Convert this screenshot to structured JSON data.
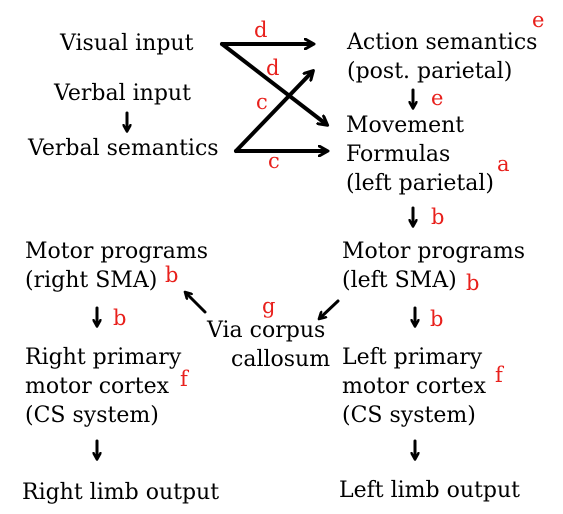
{
  "colors": {
    "text": "#000000",
    "label": "#e8201c",
    "arrow": "#000000",
    "background": "#ffffff"
  },
  "nodes": {
    "visual_input": "Visual input",
    "verbal_input": "Verbal input",
    "verbal_semantics": "Verbal semantics",
    "action_semantics": [
      "Action semantics",
      "(post. parietal)"
    ],
    "movement_formulas": [
      "Movement",
      "Formulas",
      "(left parietal)"
    ],
    "motor_programs_left": [
      "Motor programs",
      "(left SMA)"
    ],
    "motor_programs_right": [
      "Motor programs",
      "(right SMA)"
    ],
    "corpus_callosum": [
      "Via corpus",
      "callosum"
    ],
    "left_primary": [
      "Left primary",
      "motor cortex",
      "(CS system)"
    ],
    "right_primary": [
      "Right primary",
      "motor cortex",
      "(CS system)"
    ],
    "left_limb": "Left limb output",
    "right_limb": "Right limb output"
  },
  "labels": {
    "visual_to_action": "d",
    "visual_to_movement": "d",
    "verbal_to_action": "c",
    "verbal_to_movement": "c",
    "action_semantics": "e",
    "action_to_movement": "e",
    "movement_formulas": "a",
    "movement_to_left_programs": "b",
    "left_programs": "b",
    "left_programs_to_primary": "b",
    "right_programs": "b",
    "right_programs_to_primary": "b",
    "corpus_callosum": "g",
    "left_primary": "f",
    "right_primary": "f"
  }
}
